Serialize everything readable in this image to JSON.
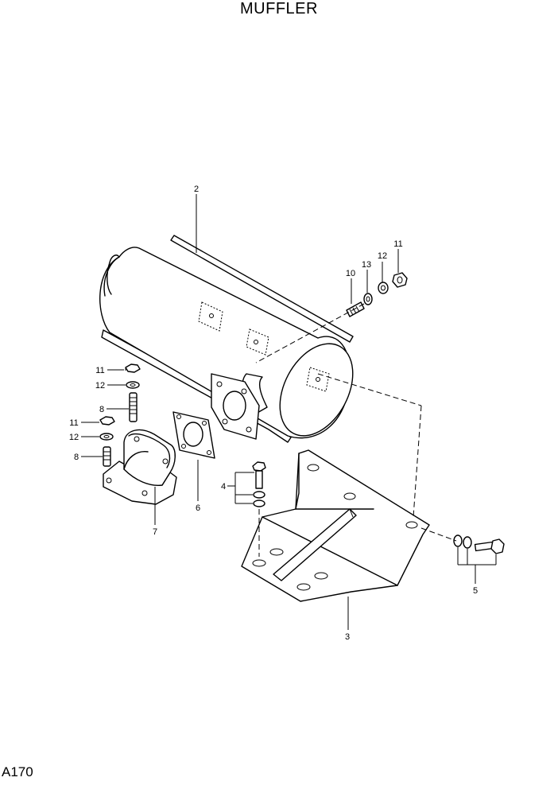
{
  "title": "MUFFLER",
  "page_code": "A170",
  "callouts": {
    "c2": "2",
    "c10": "10",
    "c13": "13",
    "c12a": "12",
    "c11a": "11",
    "c11b": "11",
    "c12b": "12",
    "c8a": "8",
    "c11c": "11",
    "c12c": "12",
    "c8b": "8",
    "c7": "7",
    "c6": "6",
    "c4": "4",
    "c3": "3",
    "c5": "5"
  }
}
